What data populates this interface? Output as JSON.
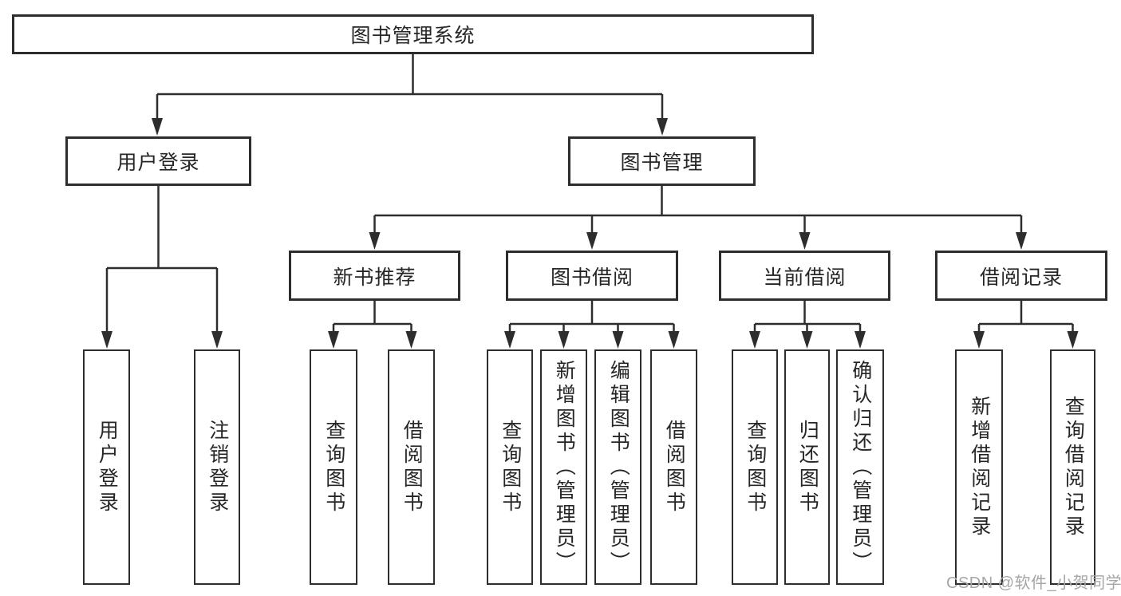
{
  "colors": {
    "line": "#2d2d2d",
    "text": "#262626",
    "box_fill": "#ffffff",
    "watermark": "#a6a6a6"
  },
  "watermark": "CSDN @软件_小贺同学",
  "tree": {
    "label": "图书管理系统",
    "children": [
      {
        "label": "用户登录",
        "children": [
          {
            "label": "用户登录"
          },
          {
            "label": "注销登录"
          }
        ]
      },
      {
        "label": "图书管理",
        "children": [
          {
            "label": "新书推荐",
            "children": [
              {
                "label": "查询图书"
              },
              {
                "label": "借阅图书"
              }
            ]
          },
          {
            "label": "图书借阅",
            "children": [
              {
                "label": "查询图书"
              },
              {
                "label": "新增图书（管理员）"
              },
              {
                "label": "编辑图书（管理员）"
              },
              {
                "label": "借阅图书"
              }
            ]
          },
          {
            "label": "当前借阅",
            "children": [
              {
                "label": "查询图书"
              },
              {
                "label": "归还图书"
              },
              {
                "label": "确认归还（管理员）"
              }
            ]
          },
          {
            "label": "借阅记录",
            "children": [
              {
                "label": "新增借阅记录"
              },
              {
                "label": "查询借阅记录"
              }
            ]
          }
        ]
      }
    ]
  }
}
